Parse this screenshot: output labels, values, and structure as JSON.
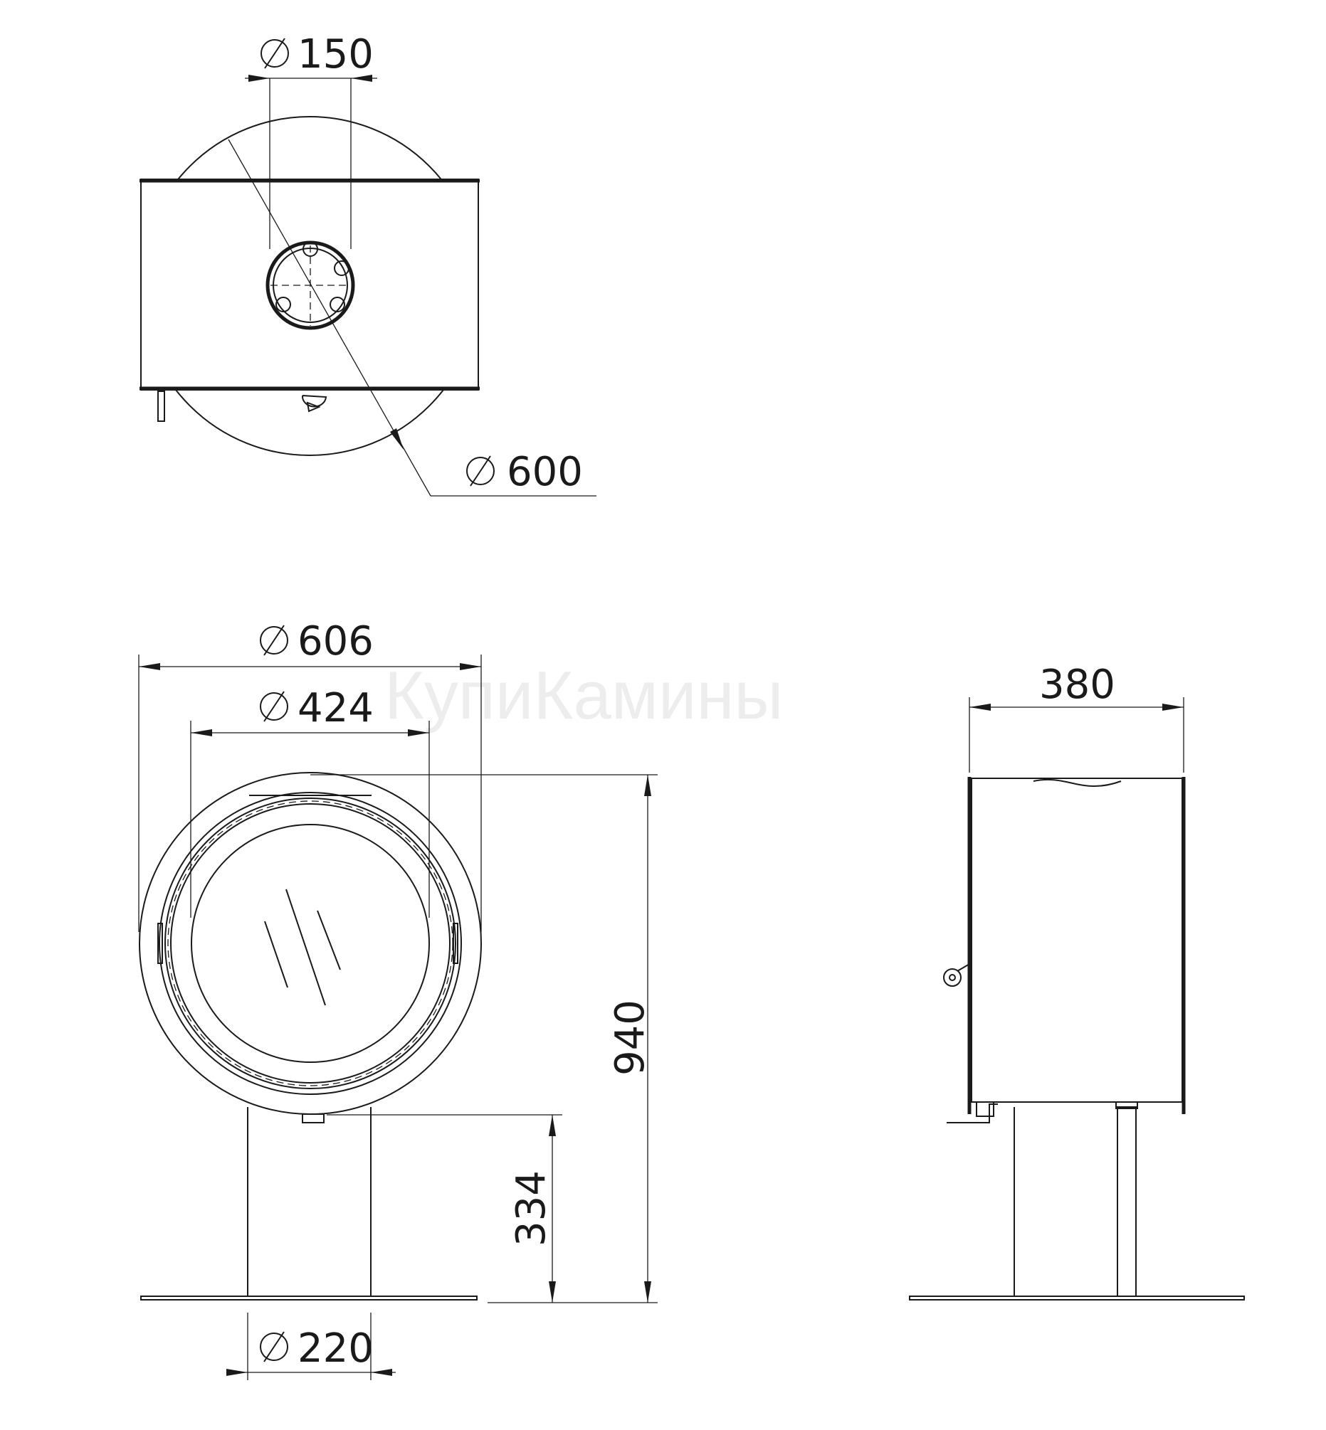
{
  "watermark": "КупиКамины",
  "dimensions": {
    "flue_diameter": "150",
    "top_diameter": "600",
    "body_diameter": "606",
    "door_diameter": "424",
    "total_height": "940",
    "pedestal_height": "334",
    "pedestal_diameter": "220",
    "depth": "380"
  }
}
